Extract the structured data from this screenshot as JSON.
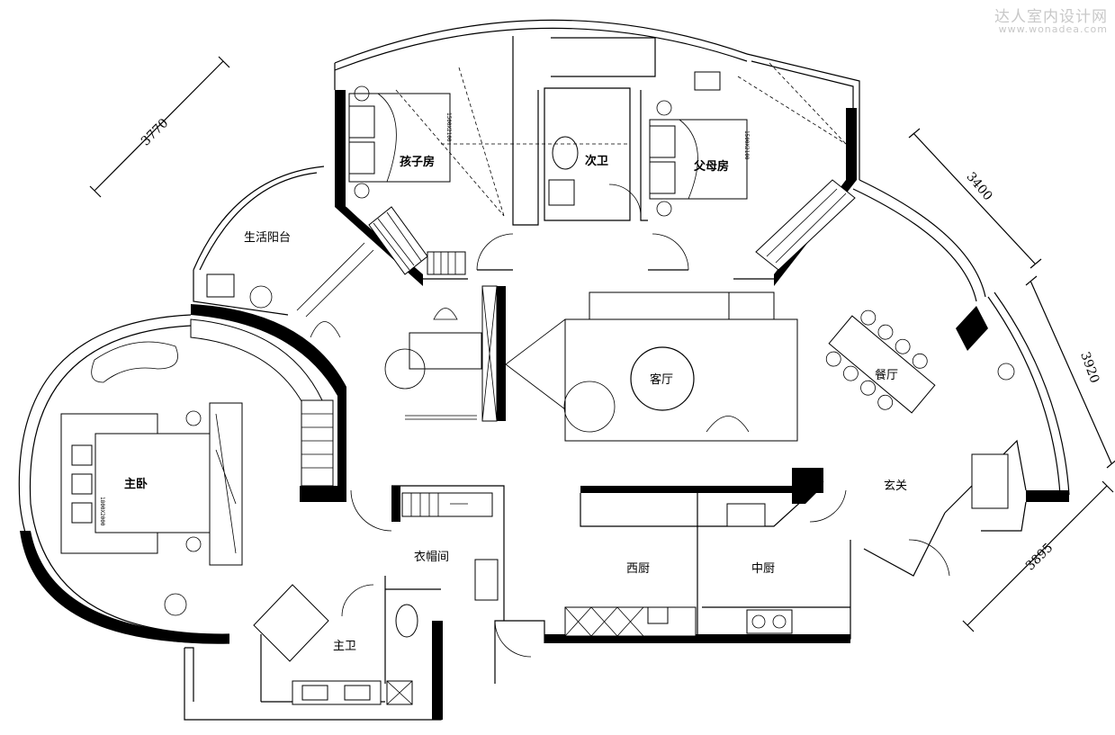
{
  "watermark": {
    "title": "达人室内设计网",
    "url": "www.wonadea.com"
  },
  "rooms": {
    "child_room": "孩子房",
    "second_bath": "次卫",
    "parents_room": "父母房",
    "utility_balcony": "生活阳台",
    "living_room": "客厅",
    "dining_room": "餐厅",
    "master_bedroom": "主卧",
    "entrance": "玄关",
    "cloakroom": "衣帽间",
    "western_kitchen": "西厨",
    "chinese_kitchen": "中厨",
    "master_bath": "主卫"
  },
  "dimensions": {
    "d1": "3770",
    "d2": "3400",
    "d3": "3920",
    "d4": "3895"
  },
  "bed_labels": {
    "child_bed": "1500X2100",
    "parents_bed": "1500X2100",
    "master_bed": "1800X2000"
  }
}
